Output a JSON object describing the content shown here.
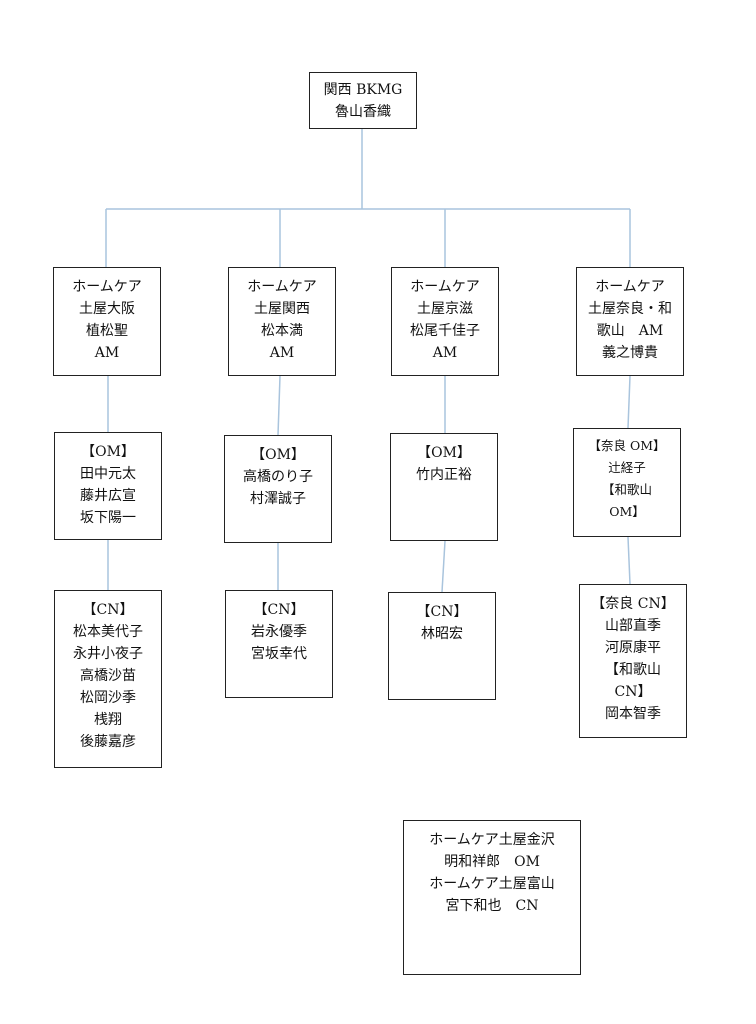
{
  "root": {
    "lines": [
      "関西 BKMG",
      "魯山香織"
    ]
  },
  "branches": [
    {
      "am": [
        "ホームケア",
        "土屋大阪",
        "植松聖",
        "AM"
      ],
      "om": [
        "【OM】",
        "田中元太",
        "藤井広宣",
        "坂下陽一"
      ],
      "cn": [
        "【CN】",
        "松本美代子",
        "永井小夜子",
        "高橋沙苗",
        "松岡沙季",
        "桟翔",
        "後藤嘉彦"
      ]
    },
    {
      "am": [
        "ホームケア",
        "土屋関西",
        "松本満",
        "AM"
      ],
      "om": [
        "【OM】",
        "高橋のり子",
        "村澤誠子"
      ],
      "cn": [
        "【CN】",
        "岩永優季",
        "宮坂幸代"
      ]
    },
    {
      "am": [
        "ホームケア",
        "土屋京滋",
        "松尾千佳子",
        "AM"
      ],
      "om": [
        "【OM】",
        "竹内正裕"
      ],
      "cn": [
        "【CN】",
        "林昭宏"
      ]
    },
    {
      "am": [
        "ホームケア",
        "土屋奈良・和",
        "歌山　AM",
        "義之博貴"
      ],
      "om": [
        "【奈良 OM】",
        "辻経子",
        "【和歌山",
        "OM】"
      ],
      "cn": [
        "【奈良 CN】",
        "山部直季",
        "河原康平",
        "【和歌山",
        "CN】",
        "岡本智季"
      ]
    }
  ],
  "other": {
    "lines": [
      "ホームケア土屋金沢",
      "明和祥郎　OM",
      "ホームケア土屋富山",
      "宮下和也　CN"
    ]
  },
  "colors": {
    "connector": "#a9c4dd",
    "border": "#222222"
  }
}
